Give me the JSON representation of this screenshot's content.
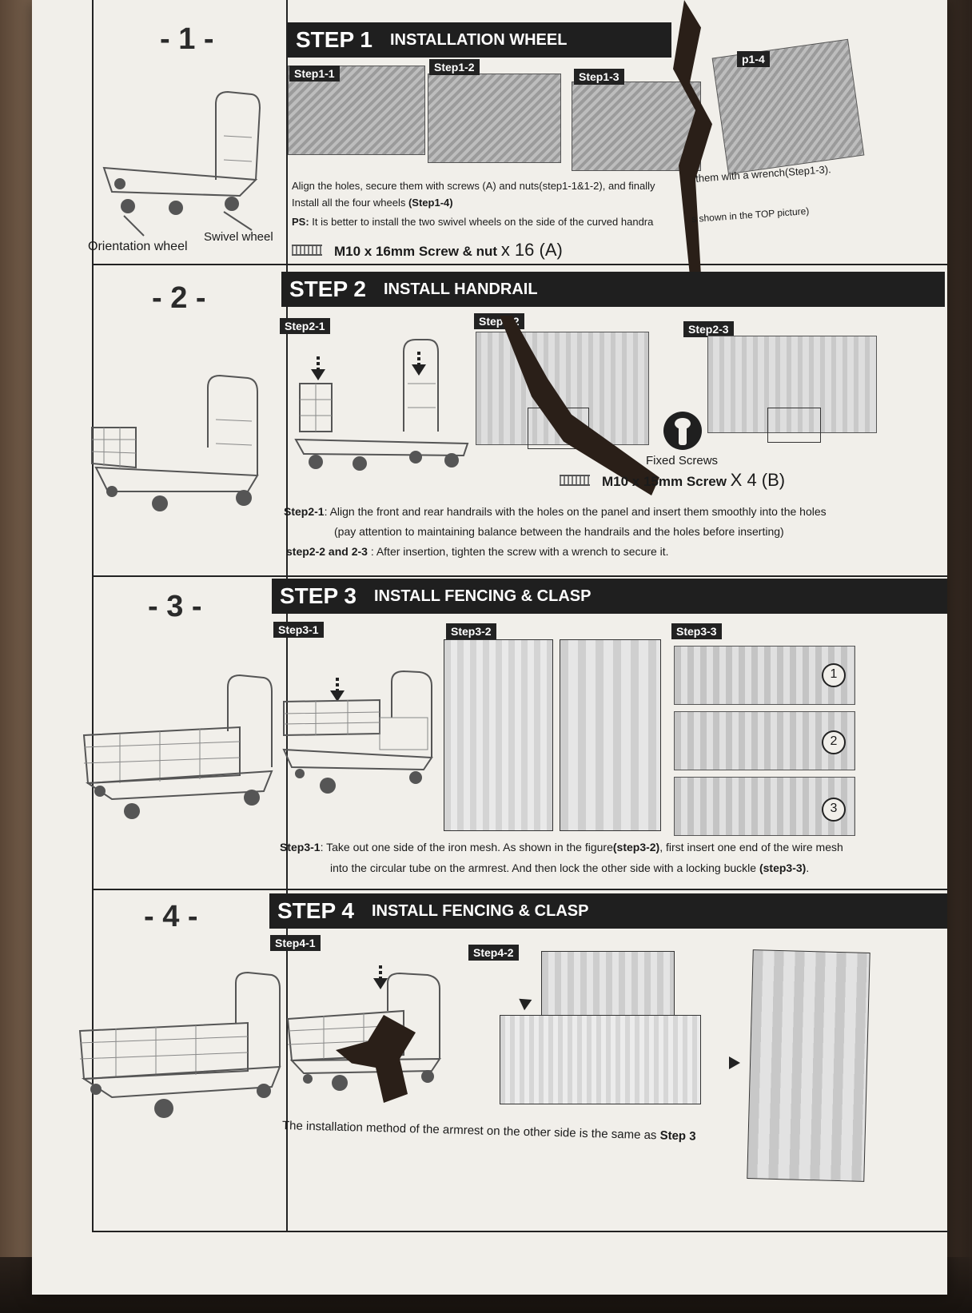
{
  "numbers": [
    "- 1 -",
    "- 2 -",
    "- 3 -",
    "- 4 -"
  ],
  "side_labels": {
    "orientation": "Orientation wheel",
    "swivel": "Swivel wheel"
  },
  "step1": {
    "label": "STEP 1",
    "title": "INSTALLATION WHEEL",
    "tags": [
      "Step1-1",
      "Step1-2",
      "Step1-3",
      "p1-4"
    ],
    "line1": "Align the holes, secure them with screws (A) and nuts(step1-1&1-2), and finally",
    "line1_right": "them with a wrench(Step1-3).",
    "line2_prefix": "Install all the four wheels ",
    "line2_bold": "(Step1-4)",
    "ps_label": "PS:",
    "ps_text": "It is better to install the two swivel wheels on the side of the curved handra",
    "ps_right": "s shown in the TOP picture)",
    "parts": "M10 x 16mm Screw & nut",
    "qty": "x 16 (A)"
  },
  "step2": {
    "label": "STEP 2",
    "title": "INSTALL HANDRAIL",
    "tags": [
      "Step2-1",
      "Step2-2",
      "Step2-3"
    ],
    "fixed": "Fixed Screws",
    "parts": "M10 x 15mm Screw",
    "qty": "X 4 (B)",
    "desc1_bold": "Step2-1",
    "desc1": ": Align the front and rear handrails with the holes on the panel and insert them smoothly into the holes",
    "desc2": "(pay attention to maintaining balance between the handrails and the holes before inserting)",
    "desc3_bold": "step2-2 and 2-3",
    "desc3": " : After insertion, tighten the screw with a wrench to secure it."
  },
  "step3": {
    "label": "STEP 3",
    "title": "INSTALL FENCING & CLASP",
    "tags": [
      "Step3-1",
      "Step3-2",
      "Step3-3"
    ],
    "circles": [
      "1",
      "2",
      "3"
    ],
    "desc1_bold": "Step3-1",
    "desc1": ": Take out one side of the iron mesh. As shown in the figure",
    "desc1_b2": "(step3-2)",
    "desc1_tail": ", first insert one end of the wire mesh",
    "desc2": "into the circular tube on the armrest.  And then lock the other side with a locking buckle ",
    "desc2_bold": "(step3-3)",
    "desc2_tail": "."
  },
  "step4": {
    "label": "STEP 4",
    "title": "INSTALL FENCING & CLASP",
    "tags": [
      "Step4-1",
      "Step4-2"
    ],
    "desc": "The installation method of the armrest on the other side is the same as ",
    "desc_bold": "Step 3"
  }
}
